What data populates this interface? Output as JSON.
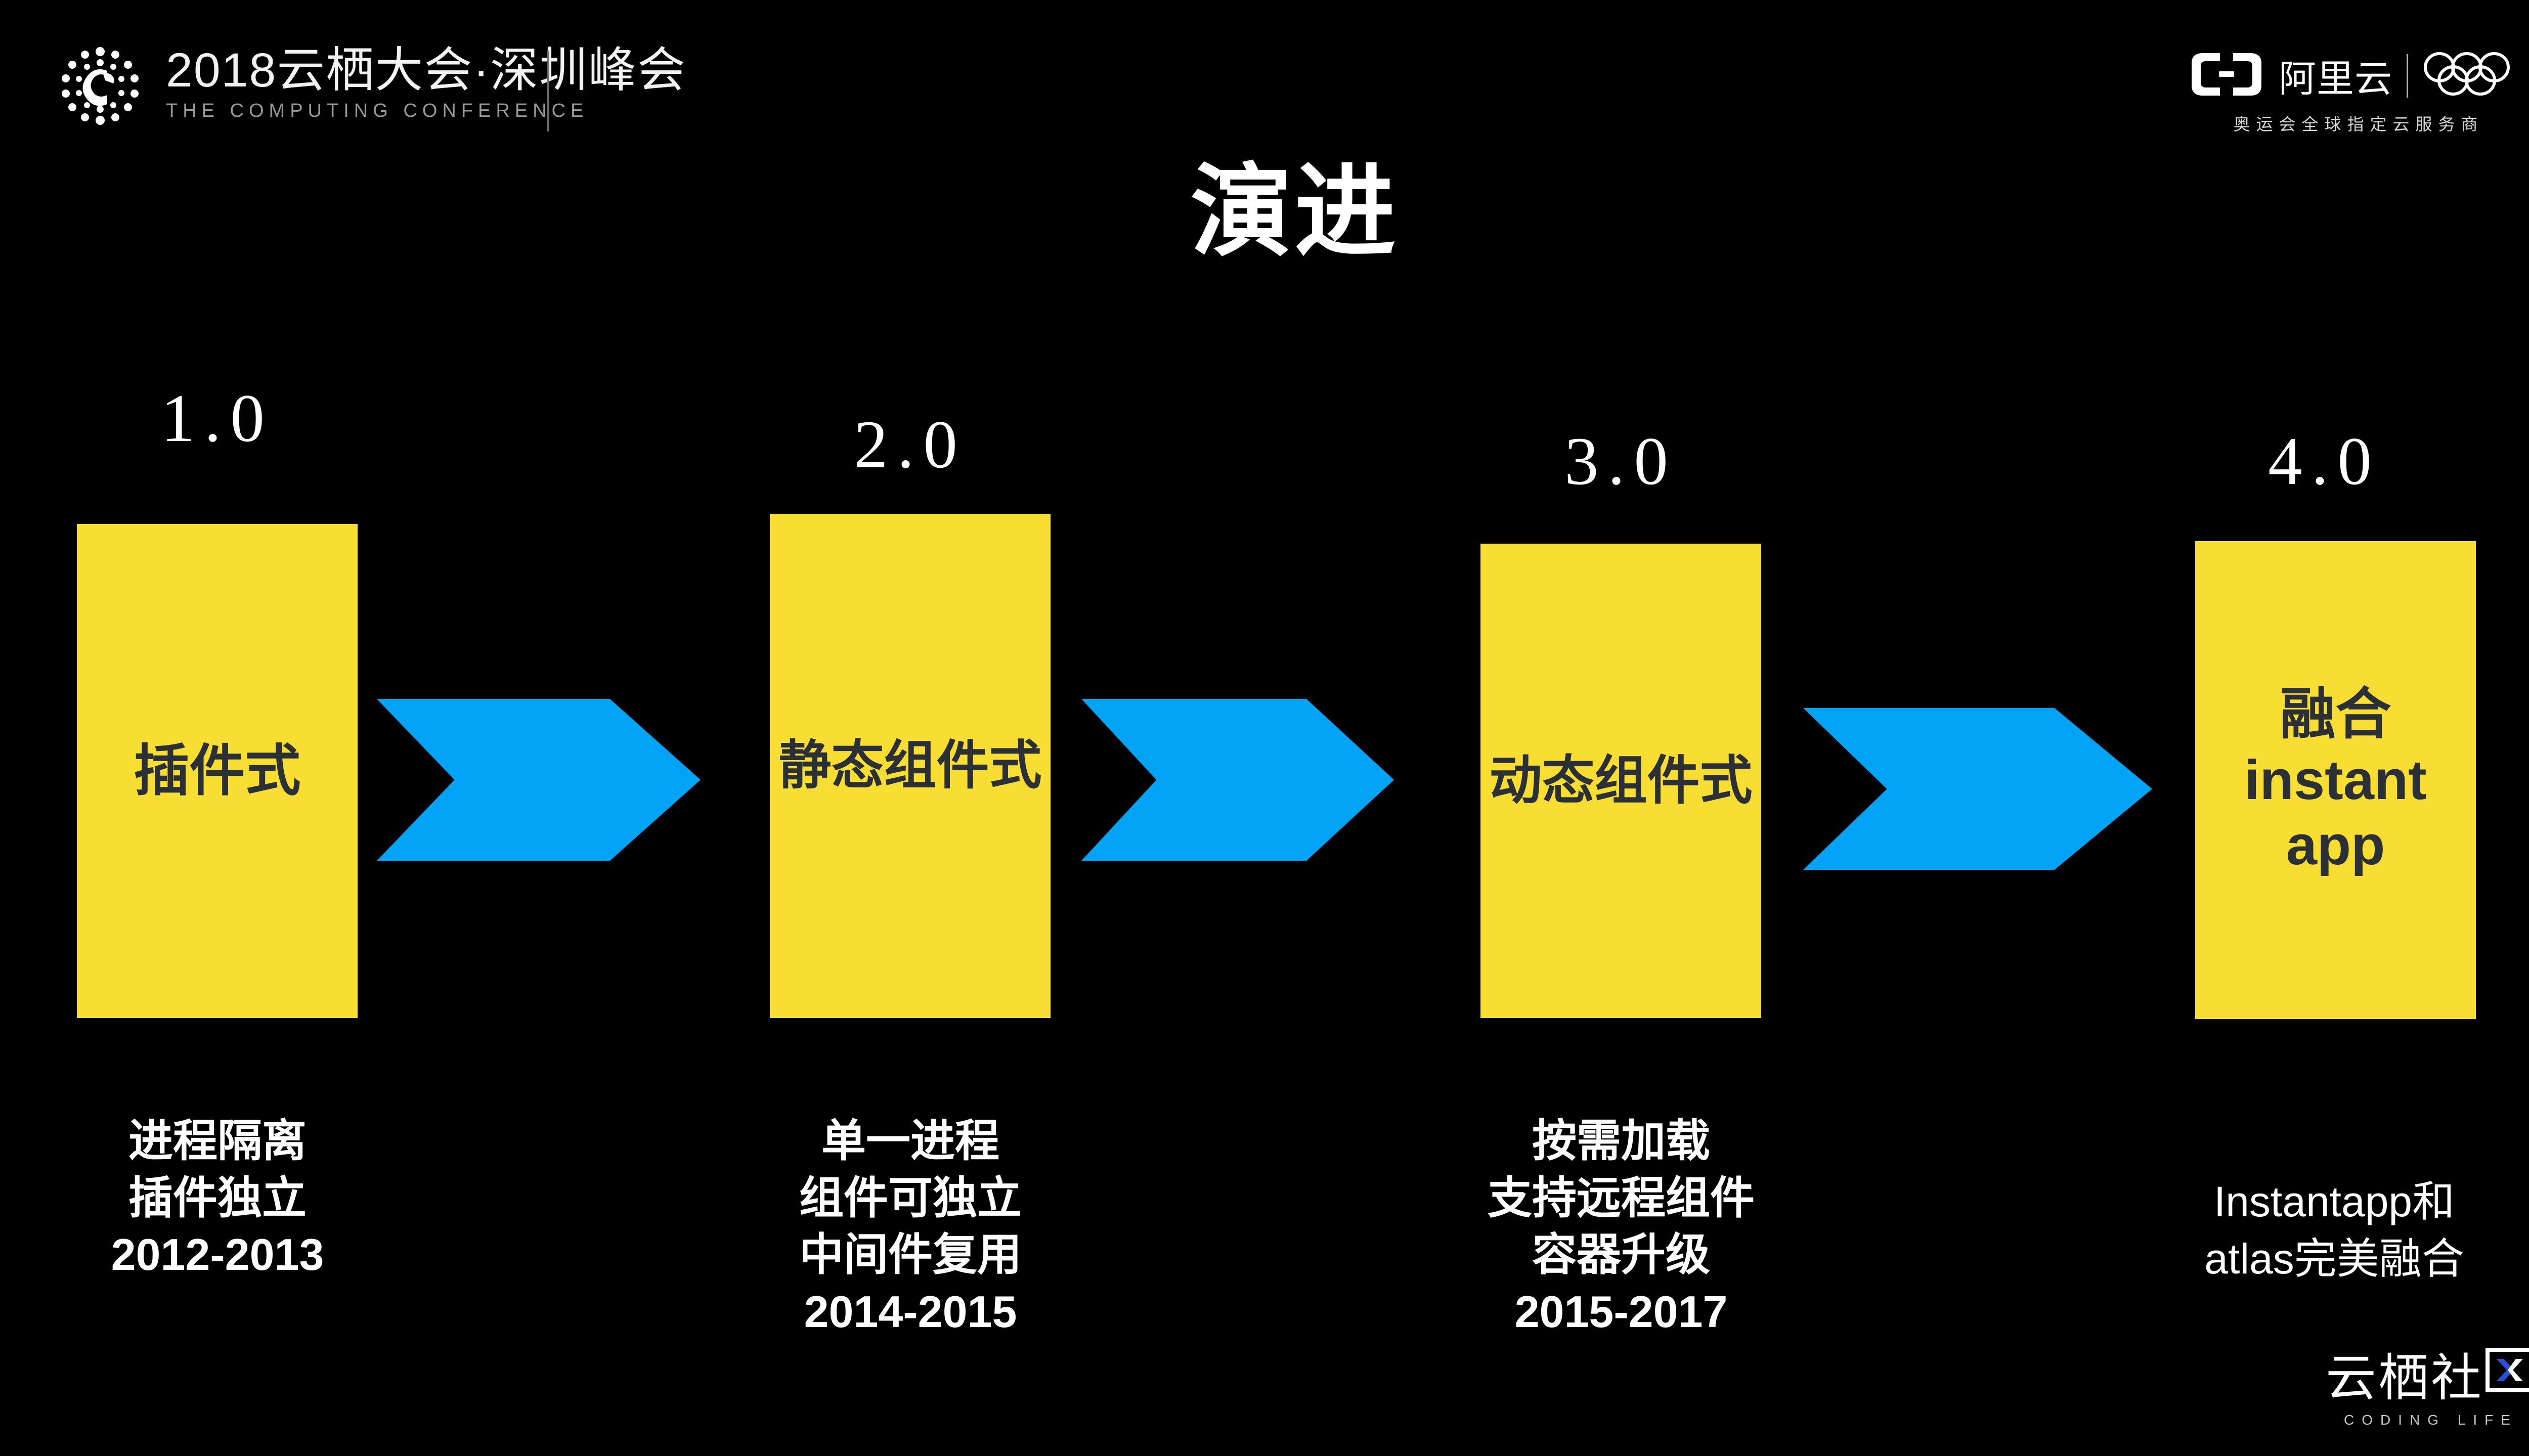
{
  "header": {
    "conference": {
      "logo_icon": "computing-conference-dot-c-logo",
      "title_cn": "2018云栖大会·深圳峰会",
      "title_en": "THE COMPUTING CONFERENCE"
    },
    "brand": {
      "logo_icon": "alibaba-cloud-bracket-logo",
      "name_cn": "阿里云",
      "rings_icon": "olympic-rings-icon",
      "tagline": "奥运会全球指定云服务商"
    }
  },
  "slide": {
    "title": "演进"
  },
  "timeline": {
    "stages": [
      {
        "version": "1.0",
        "box_lines": [
          "插件式"
        ],
        "caption_lines": [
          "进程隔离",
          "插件独立",
          "2012-2013"
        ],
        "caption_weight": "bold"
      },
      {
        "version": "2.0",
        "box_lines": [
          "静态组件式"
        ],
        "caption_lines": [
          "单一进程",
          "组件可独立",
          "中间件复用",
          "2014-2015"
        ],
        "caption_weight": "bold"
      },
      {
        "version": "3.0",
        "box_lines": [
          "动态组件式"
        ],
        "caption_lines": [
          "按需加载",
          "支持远程组件",
          "容器升级",
          "2015-2017"
        ],
        "caption_weight": "bold"
      },
      {
        "version": "4.0",
        "box_lines": [
          "融合",
          "instant",
          "app"
        ],
        "caption_lines": [
          "Instantapp和",
          "atlas完美融合"
        ],
        "caption_weight": "thin"
      }
    ],
    "arrows": [
      {
        "icon": "chevron-arrow-right-icon"
      },
      {
        "icon": "chevron-arrow-right-icon"
      },
      {
        "icon": "chevron-arrow-right-icon"
      }
    ]
  },
  "watermark": {
    "name_cn_a": "云栖社",
    "name_cn_b": "区",
    "name_en": "CODING LIFE"
  },
  "colors": {
    "background": "#000000",
    "stage_box": "#F8DE33",
    "stage_box_text": "#2b2f36",
    "arrow": "#00A3F5",
    "text": "#FFFFFF",
    "watermark_accent": "#2B50D8"
  }
}
